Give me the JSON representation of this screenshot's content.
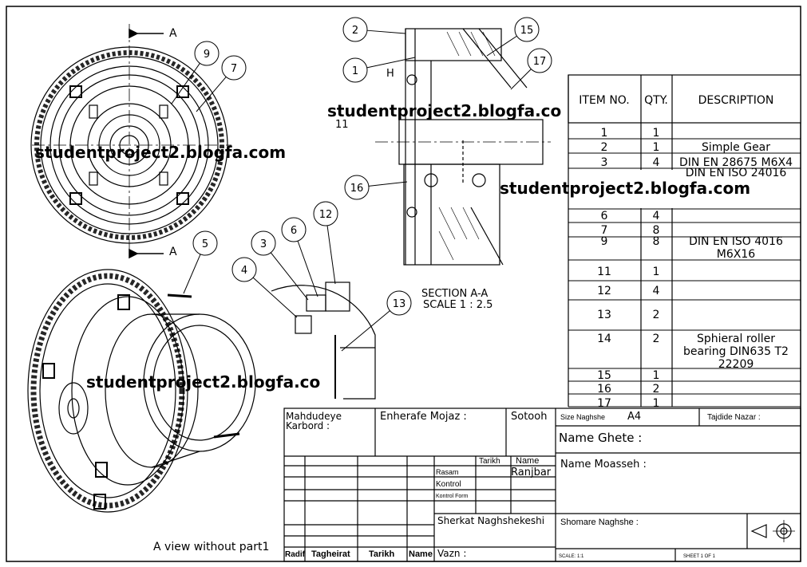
{
  "watermark": "studentproject2.blogfa.com",
  "watermark_cut": "studentproject2.blogfa.co",
  "section_marker": "A",
  "section_h": "H",
  "section_partial_label": "11",
  "section_title": "SECTION A-A",
  "section_scale": "SCALE 1 : 2.5",
  "view_caption": "A view without part1",
  "balloons": {
    "b1": "1",
    "b2": "2",
    "b3": "3",
    "b4": "4",
    "b5": "5",
    "b6": "6",
    "b7": "7",
    "b9": "9",
    "b12": "12",
    "b13": "13",
    "b15": "15",
    "b16": "16",
    "b17": "17"
  },
  "bom": {
    "headers": {
      "item": "ITEM NO.",
      "qty": "QTY.",
      "desc": "DESCRIPTION"
    },
    "rows": [
      {
        "item": "1",
        "qty": "1",
        "desc": ""
      },
      {
        "item": "2",
        "qty": "1",
        "desc": "Simple Gear"
      },
      {
        "item": "3",
        "qty": "4",
        "desc": "DIN EN 28675 M6X4"
      },
      {
        "item": "",
        "qty": "",
        "desc": "DIN EN ISO 24016"
      },
      {
        "item": "6",
        "qty": "4",
        "desc": ""
      },
      {
        "item": "7",
        "qty": "8",
        "desc": ""
      },
      {
        "item": "9",
        "qty": "8",
        "desc": "DIN EN ISO 4016"
      },
      {
        "item": "",
        "qty": "",
        "desc": "M6X16"
      },
      {
        "item": "11",
        "qty": "1",
        "desc": ""
      },
      {
        "item": "12",
        "qty": "4",
        "desc": ""
      },
      {
        "item": "13",
        "qty": "2",
        "desc": ""
      },
      {
        "item": "14",
        "qty": "2",
        "desc": "Sphieral roller"
      },
      {
        "item": "",
        "qty": "",
        "desc": "bearing DIN635 T2"
      },
      {
        "item": "",
        "qty": "",
        "desc": "22209"
      },
      {
        "item": "15",
        "qty": "1",
        "desc": ""
      },
      {
        "item": "16",
        "qty": "2",
        "desc": ""
      },
      {
        "item": "17",
        "qty": "1",
        "desc": ""
      }
    ]
  },
  "title_block": {
    "mahdudeye": "Mahdudeye",
    "karbord": "Karbord :",
    "enheraf": "Enherafe Mojaz :",
    "sotooh": "Sotooh",
    "size_label": "Size Naghshe",
    "size_value": "A4",
    "tajdid": "Tajdide Nazar :",
    "name_ghete": "Name Ghete :",
    "name_moasseh": "Name Moasseh :",
    "tarikh": "Tarikh",
    "name": "Name",
    "rasam": "Rasam",
    "rasam_name": "Ranjbar",
    "kontrol": "Kontrol",
    "kontrol_form": "Kontrol Form",
    "sherkat": "Sherkat Naghshekeshi",
    "shomare": "Shomare Naghshe :",
    "radif": "Radif",
    "taghirat": "Tagheirat",
    "tarikh2": "Tarikh",
    "name2": "Name",
    "vazn": "Vazn :",
    "scale": "SCALE: 1:1",
    "sheet": "SHEET 1 OF 1"
  }
}
